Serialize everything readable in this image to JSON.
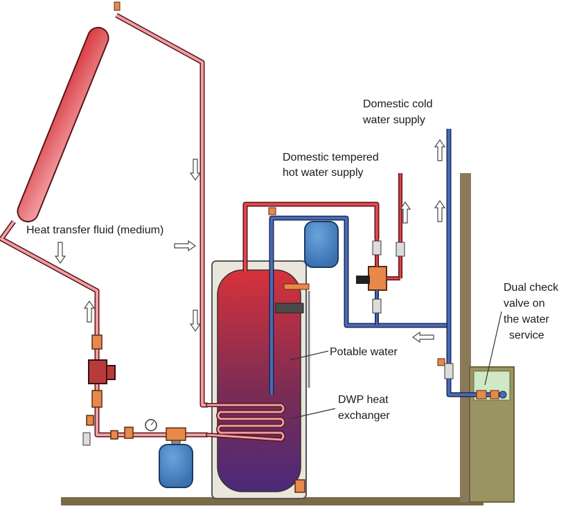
{
  "labels": {
    "heat_transfer_fluid": "Heat transfer fluid (medium)",
    "cold_supply_line1": "Domestic cold",
    "cold_supply_line2": "water supply",
    "tempered_line1": "Domestic tempered",
    "tempered_line2": "hot water supply",
    "dual_check_line1": "Dual check",
    "dual_check_line2": "valve on",
    "dual_check_line3": "the water",
    "dual_check_line4": "service",
    "potable_water": "Potable water",
    "hx_line1": "DWP heat",
    "hx_line2": "exchanger"
  },
  "colors": {
    "hot_pipe": "#e0474c",
    "solar_fluid_pipe": "#ef9fa4",
    "cold_pipe": "#4a6ab4",
    "brass_fittings": "#e8884a",
    "expansion_tank": "#4a86c8",
    "pump": "#b83a3a",
    "wall": "#8a7a5a",
    "ground": "#7a6a48"
  }
}
